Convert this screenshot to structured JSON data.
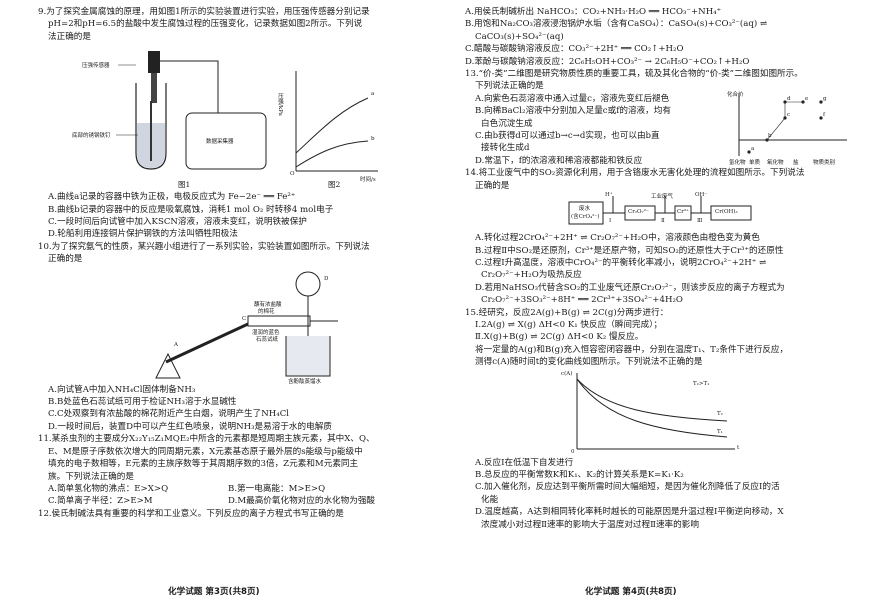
{
  "left": {
    "q9": {
      "stem": [
        "9.为了探究金属腐蚀的原理，用如图1所示的实验装置进行实验，用压强传感器分别记录",
        "pH=2和pH=6.5的盐酸中发生腐蚀过程的压强变化，记录数据如图2所示。下列说",
        "法正确的是"
      ],
      "fig1_labels": {
        "sensor": "压强传感器",
        "iron": "底部的锈钢铁钉",
        "collector": "数据采集器"
      },
      "fig2_labels": {
        "y": "压强/kPa",
        "x": "时间/s",
        "a": "a",
        "b": "b",
        "o": "O"
      },
      "captions": [
        "图1",
        "图2"
      ],
      "options": [
        "A.曲线a记录的容器中铁为正极，电极反应式为 Fe−2e⁻ ══ Fe²⁺",
        "B.曲线b记录的容器中的反应是吸氧腐蚀，消耗1 mol O₂ 时转移4 mol电子",
        "C.一段时间后向试管中加入KSCN溶液，溶液未变红，说明铁被保护",
        "D.轮船利用连接铜片保护钢铁的方法叫牺牲阳极法"
      ]
    },
    "q10": {
      "stem": [
        "10.为了探究氨气的性质，某兴趣小组进行了一系列实验，实验装置如图所示。下列说法",
        "正确的是"
      ],
      "fig_labels": {
        "cotton": "蘸有浓盐酸",
        "cotton2": "的棉花",
        "paper": "湿润的蓝色",
        "paper2": "石蕊试纸",
        "D": "D",
        "A": "A",
        "B": "B",
        "C": "C",
        "water": "含酚酞蒸馏水"
      },
      "options": [
        "A.向试管A中加入NH₄Cl固体制备NH₃",
        "B.B处蓝色石蕊试纸可用于检证NH₃溶于水显碱性",
        "C.C处观察到有浓盐酸的棉花附近产生白烟，说明产生了NH₄Cl",
        "D.一段时间后，装置D中可以产生红色喷泉，说明NH₃是易溶于水的电解质"
      ]
    },
    "q11": {
      "stem": [
        "11.某杀虫剂的主要成分X₂₂Y₁₅Z₁MQE₂中所含的元素都是短周期主族元素，其中X、Q、",
        "E、M是原子序数依次增大的同周期元素，X元素基态原子最外层的s能级与p能级中",
        "填充的电子数相等，E元素的主族序数等于其周期序数的3倍，Z元素和M元素同主",
        "族。下列说法正确的是"
      ],
      "options": [
        [
          "A.简单氢化物的沸点：E>X>Q",
          "B.第一电离能：M>E>Q"
        ],
        [
          "C.简单离子半径：Z>E>M",
          "D.M最高价氧化物对应的水化物为强酸"
        ]
      ]
    },
    "q12": {
      "stem": [
        "12.侯氏制碱法具有重要的科学和工业意义。下列反应的离子方程式书写正确的是"
      ]
    },
    "footer": "化学试题 第3页(共8页)"
  },
  "right": {
    "q12_opts": [
      "A.用侯氏制碱析出 NaHCO₃：CO₂+NH₃·H₂O ══ HCO₃⁻+NH₄⁺",
      "B.用饱和Na₂CO₃溶液浸泡锅炉水垢（含有CaSO₄）：CaSO₄(s)+CO₃²⁻(aq) ⇌",
      "CaCO₃(s)+SO₄²⁻(aq)",
      "C.醋酸与碳酸钠溶液反应：CO₃²⁻+2H⁺ ══ CO₂↑+H₂O",
      "D.苯酚与碳酸钠溶液反应：2C₆H₅OH+CO₃²⁻ → 2C₆H₅O⁻+CO₂↑+H₂O"
    ],
    "q13": {
      "stem": [
        "13.“价-类”二维图是研究物质性质的重要工具，硫及其化合物的“价-类”二维图如图所示。",
        "下列说法正确的是"
      ],
      "options": [
        "A.向紫色石蕊溶液中通入过量c，溶液先变红后褪色",
        "B.向稀BaCl₂溶液中分别加入足量c或f的溶液，均有",
        "白色沉淀生成",
        "C.由b获得d可以通过b→c→d实现，也可以由b直",
        "接转化生成d",
        "D.常温下，f的浓溶液和稀溶液都能和铁反应"
      ],
      "fig_labels": {
        "y": "化合价",
        "x1": "氢化物",
        "x2": "单质",
        "x3": "氧化物",
        "x4": "盐",
        "x5": "物质类别",
        "pts": [
          "a",
          "b",
          "c",
          "d",
          "e",
          "f",
          "g"
        ]
      }
    },
    "q14": {
      "stem": [
        "14.将工业废气中的SO₂资源化利用，用于含铬废水无害化处理的流程如图所示。下列说法",
        "正确的是"
      ],
      "flow": {
        "box1": "废水",
        "box1b": "(含CrO₄²⁻)",
        "box2": "Cr₂O₇²⁻",
        "box3": "Cr³⁺",
        "box4": "Cr(OH)₃",
        "i": "Ⅰ",
        "ii": "Ⅱ",
        "iii": "Ⅲ",
        "gas": "工业废气",
        "h": "H⁺",
        "oh": "OH⁻"
      },
      "options": [
        "A.转化过程2CrO₄²⁻+2H⁺ ⇌ Cr₂O₇²⁻+H₂O中，溶液颜色由橙色变为黄色",
        "B.过程Ⅱ中SO₂是还原剂，Cr³⁺是还原产物，可知SO₂的还原性大于Cr³⁺的还原性",
        "C.过程Ⅰ升高温度，溶液中CrO₄²⁻的平衡转化率减小，说明2CrO₄²⁻+2H⁺ ⇌",
        "Cr₂O₇²⁻+H₂O为吸热反应",
        "D.若用NaHSO₃代替含SO₂的工业废气还原Cr₂O₇²⁻，则该步反应的离子方程式为",
        "Cr₂O₇²⁻+3SO₃²⁻+8H⁺ ══ 2Cr³⁺+3SO₄²⁻+4H₂O"
      ]
    },
    "q15": {
      "stem": [
        "15.经研究，反应2A(g)+B(g) ⇌ 2C(g)分两步进行：",
        "Ⅰ.2A(g) ⇌ X(g)  ΔH<0  K₁  快反应（瞬间完成）；",
        "Ⅱ.X(g)+B(g) ⇌ 2C(g)  ΔH<0  K₂  慢反应。",
        "将一定量的A(g)和B(g)充入恒容密闭容器中，分别在温度T₁、T₂条件下进行反应，",
        "测得c(A)随时间t的变化曲线如图所示。下列说法不正确的是"
      ],
      "fig_labels": {
        "y": "c(A)",
        "x": "t",
        "o": "0",
        "note": "T₂>T₁",
        "t2": "T₂",
        "t1": "T₁"
      },
      "options": [
        "A.反应Ⅰ在低温下自发进行",
        "B.总反应的平衡常数K和K₁、K₂的计算关系是K=K₁·K₂",
        "C.加入催化剂，反应达到平衡所需时间大幅缩短，是因为催化剂降低了反应Ⅰ的活",
        "化能",
        "D.温度越高，A达到相同转化率耗时越长的可能原因是升温过程Ⅰ平衡逆向移动，X",
        "浓度减小对过程Ⅱ速率的影响大于温度对过程Ⅱ速率的影响"
      ]
    },
    "footer": "化学试题 第4页(共8页)"
  }
}
